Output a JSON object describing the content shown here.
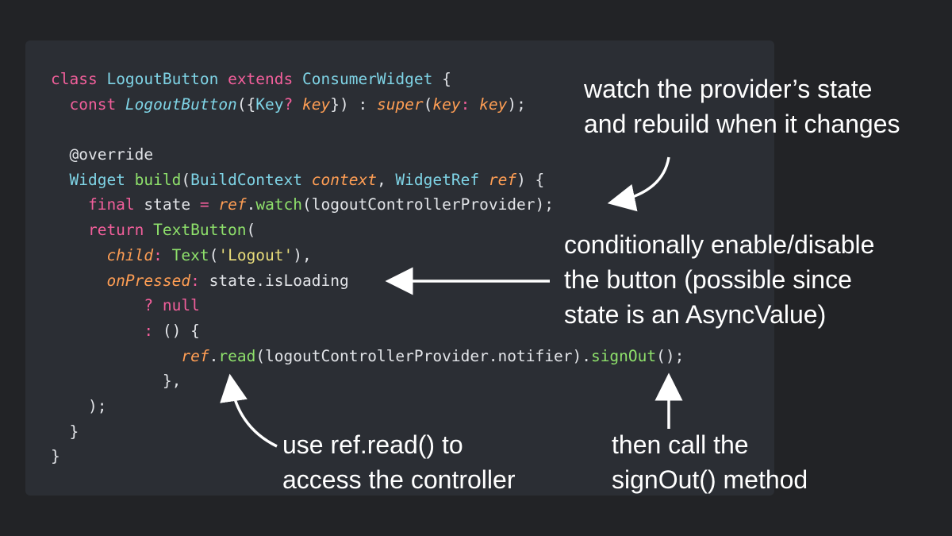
{
  "code_lines": [
    [
      {
        "t": "class ",
        "c": "kw"
      },
      {
        "t": "LogoutButton ",
        "c": "cls"
      },
      {
        "t": "extends ",
        "c": "kw"
      },
      {
        "t": "ConsumerWidget ",
        "c": "cls"
      },
      {
        "t": "{",
        "c": "pl"
      }
    ],
    [
      {
        "t": "  const ",
        "c": "kw"
      },
      {
        "t": "LogoutButton",
        "c": "itc"
      },
      {
        "t": "({",
        "c": "pl"
      },
      {
        "t": "Key",
        "c": "cls"
      },
      {
        "t": "? ",
        "c": "kw"
      },
      {
        "t": "key",
        "c": "it"
      },
      {
        "t": "}) : ",
        "c": "pl"
      },
      {
        "t": "super",
        "c": "it"
      },
      {
        "t": "(",
        "c": "pl"
      },
      {
        "t": "key",
        "c": "it"
      },
      {
        "t": ": ",
        "c": "kw"
      },
      {
        "t": "key",
        "c": "it"
      },
      {
        "t": ");",
        "c": "pl"
      }
    ],
    [],
    [
      {
        "t": "  @override",
        "c": "pl"
      }
    ],
    [
      {
        "t": "  Widget ",
        "c": "cls"
      },
      {
        "t": "build",
        "c": "fn"
      },
      {
        "t": "(",
        "c": "pl"
      },
      {
        "t": "BuildContext ",
        "c": "cls"
      },
      {
        "t": "context",
        "c": "it"
      },
      {
        "t": ", ",
        "c": "pl"
      },
      {
        "t": "WidgetRef ",
        "c": "cls"
      },
      {
        "t": "ref",
        "c": "it"
      },
      {
        "t": ") {",
        "c": "pl"
      }
    ],
    [
      {
        "t": "    final ",
        "c": "kw"
      },
      {
        "t": "state ",
        "c": "pl"
      },
      {
        "t": "= ",
        "c": "kw"
      },
      {
        "t": "ref",
        "c": "it"
      },
      {
        "t": ".",
        "c": "pl"
      },
      {
        "t": "watch",
        "c": "fn"
      },
      {
        "t": "(logoutControllerProvider);",
        "c": "pl"
      }
    ],
    [
      {
        "t": "    return ",
        "c": "kw"
      },
      {
        "t": "TextButton",
        "c": "fn"
      },
      {
        "t": "(",
        "c": "pl"
      }
    ],
    [
      {
        "t": "      child",
        "c": "it"
      },
      {
        "t": ": ",
        "c": "kw"
      },
      {
        "t": "Text",
        "c": "fn"
      },
      {
        "t": "(",
        "c": "pl"
      },
      {
        "t": "'Logout'",
        "c": "str"
      },
      {
        "t": "),",
        "c": "pl"
      }
    ],
    [
      {
        "t": "      onPressed",
        "c": "it"
      },
      {
        "t": ": ",
        "c": "kw"
      },
      {
        "t": "state.isLoading",
        "c": "pl"
      }
    ],
    [
      {
        "t": "          ? ",
        "c": "kw"
      },
      {
        "t": "null",
        "c": "kw"
      }
    ],
    [
      {
        "t": "          : ",
        "c": "kw"
      },
      {
        "t": "() {",
        "c": "pl"
      }
    ],
    [
      {
        "t": "              ref",
        "c": "it"
      },
      {
        "t": ".",
        "c": "pl"
      },
      {
        "t": "read",
        "c": "fn"
      },
      {
        "t": "(logoutControllerProvider.notifier).",
        "c": "pl"
      },
      {
        "t": "signOut",
        "c": "fn"
      },
      {
        "t": "();",
        "c": "pl"
      }
    ],
    [
      {
        "t": "            },",
        "c": "pl"
      }
    ],
    [
      {
        "t": "    );",
        "c": "pl"
      }
    ],
    [
      {
        "t": "  }",
        "c": "pl"
      }
    ],
    [
      {
        "t": "}",
        "c": "pl"
      }
    ]
  ],
  "colors": {
    "background": "#222326",
    "panel": "#2b2e34",
    "keyword": "#f25f9b",
    "class": "#7fd4e6",
    "function": "#8ee06b",
    "param": "#ff9e54",
    "string": "#e8dc7a",
    "plain": "#e2e4e8",
    "annotation": "#ffffff"
  },
  "annotations": {
    "watch": "watch the provider’s state\nand rebuild when it changes",
    "conditional": "conditionally enable/disable\nthe button (possible since\nstate is an AsyncValue)",
    "read": "use ref.read() to\naccess the controller",
    "signout": "then call the\nsignOut() method"
  }
}
